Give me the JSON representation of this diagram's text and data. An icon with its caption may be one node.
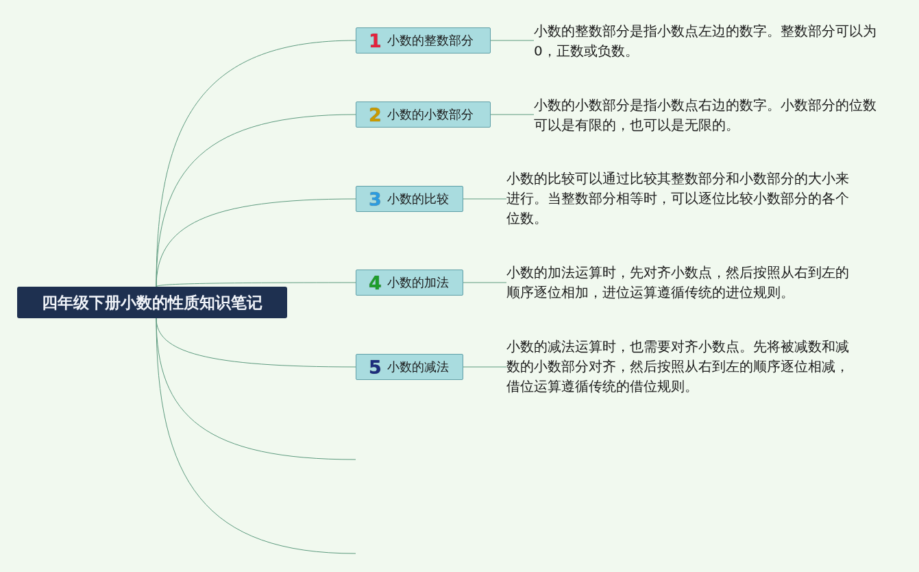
{
  "diagram": {
    "nodes": [
      {
        "text": [
          "四年级下册小数的性质知识笔记"
        ]
      },
      {
        "text": [
          "1",
          "小数的整数部分"
        ]
      },
      {
        "text": [
          "小数的整数部分是指小数点左边的数字。整数部分可以为0，正数或负数。"
        ]
      },
      {
        "text": [
          "2",
          "小数的小数部分"
        ]
      },
      {
        "text": [
          "小数的小数部分是指小数点右边的数字。小数部分的位数可以是有限的，也可以是无限的。"
        ]
      },
      {
        "text": [
          "3",
          "小数的比较"
        ]
      },
      {
        "text": [
          "小数的比较可以通过比较其整数部分和小数部分的大小来进行。当整数部分相等时，可以逐位比较小数部分的各个位数。"
        ]
      },
      {
        "text": [
          "4",
          "小数的加法"
        ]
      },
      {
        "text": [
          "小数的加法运算时，先对齐小数点，然后按照从右到左的顺序逐位相加，进位运算遵循传统的进位规则。"
        ]
      },
      {
        "text": [
          "5",
          "小数的减法"
        ]
      },
      {
        "text": [
          "小数的减法运算时，也需要对齐小数点。先将被减数和减数的小数部分对齐，然后按照从右到左的顺序逐位相减，借位运算遵循传统的借位规则。"
        ]
      }
    ],
    "edges": [
      {
        "from": 0,
        "to": 1,
        "arrow": "none"
      },
      {
        "from": 0,
        "to": 3,
        "arrow": "none"
      },
      {
        "from": 0,
        "to": 5,
        "arrow": "none"
      },
      {
        "from": 0,
        "to": 7,
        "arrow": "none"
      },
      {
        "from": 0,
        "to": 9,
        "arrow": "none"
      },
      {
        "from": 0,
        "to": null,
        "arrow": "none"
      },
      {
        "from": 0,
        "to": null,
        "arrow": "none"
      },
      {
        "from": 1,
        "to": 2,
        "arrow": "none"
      },
      {
        "from": 3,
        "to": 4,
        "arrow": "none"
      },
      {
        "from": 5,
        "to": 6,
        "arrow": "none"
      },
      {
        "from": 7,
        "to": 8,
        "arrow": "none"
      },
      {
        "from": 9,
        "to": 10,
        "arrow": "none"
      }
    ]
  }
}
